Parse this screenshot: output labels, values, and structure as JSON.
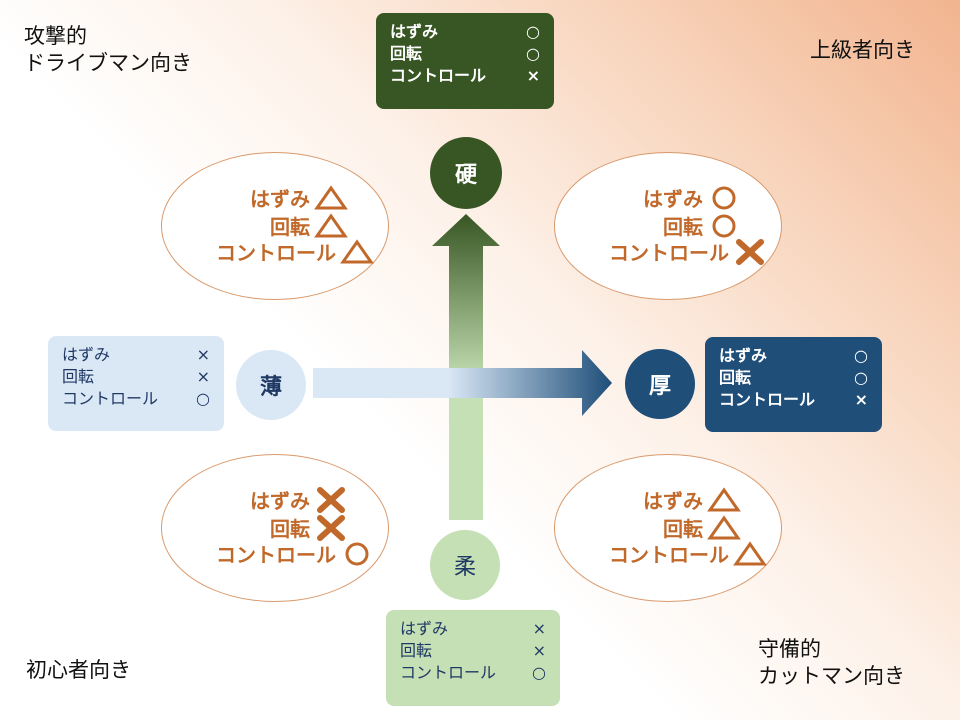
{
  "corners": {
    "top_left": "攻撃的\nドライブマン向き",
    "top_right": "上級者向き",
    "bottom_left": "初心者向き",
    "bottom_right": "守備的\nカットマン向き"
  },
  "axis_labels": {
    "hard": "硬",
    "soft": "柔",
    "thin": "薄",
    "thick": "厚"
  },
  "hard_box": {
    "rows": [
      {
        "label": "はずみ",
        "mark": "○"
      },
      {
        "label": "回転",
        "mark": "○"
      },
      {
        "label": "コントロール",
        "mark": "×"
      }
    ]
  },
  "soft_box": {
    "rows": [
      {
        "label": "はずみ",
        "mark": "×"
      },
      {
        "label": "回転",
        "mark": "×"
      },
      {
        "label": "コントロール",
        "mark": "○"
      }
    ]
  },
  "thin_box": {
    "rows": [
      {
        "label": "はずみ",
        "mark": "×"
      },
      {
        "label": "回転",
        "mark": "×"
      },
      {
        "label": "コントロール",
        "mark": "○"
      }
    ]
  },
  "thick_box": {
    "rows": [
      {
        "label": "はずみ",
        "mark": "○"
      },
      {
        "label": "回転",
        "mark": "○"
      },
      {
        "label": "コントロール",
        "mark": "×"
      }
    ]
  },
  "quadrants": {
    "top_left": {
      "rows": [
        {
          "label": "はずみ",
          "mark": "triangle"
        },
        {
          "label": "回転",
          "mark": "triangle"
        },
        {
          "label": "コントロール",
          "mark": "triangle"
        }
      ]
    },
    "top_right": {
      "rows": [
        {
          "label": "はずみ",
          "mark": "circle"
        },
        {
          "label": "回転",
          "mark": "circle"
        },
        {
          "label": "コントロール",
          "mark": "cross"
        }
      ]
    },
    "bottom_left": {
      "rows": [
        {
          "label": "はずみ",
          "mark": "cross"
        },
        {
          "label": "回転",
          "mark": "cross"
        },
        {
          "label": "コントロール",
          "mark": "circle"
        }
      ]
    },
    "bottom_right": {
      "rows": [
        {
          "label": "はずみ",
          "mark": "triangle"
        },
        {
          "label": "回転",
          "mark": "triangle"
        },
        {
          "label": "コントロール",
          "mark": "triangle"
        }
      ]
    }
  },
  "colors": {
    "hard": "#375623",
    "soft": "#c5e0b4",
    "thin": "#dae8f6",
    "thick": "#1f4e79",
    "symbol": "#c0692a"
  }
}
